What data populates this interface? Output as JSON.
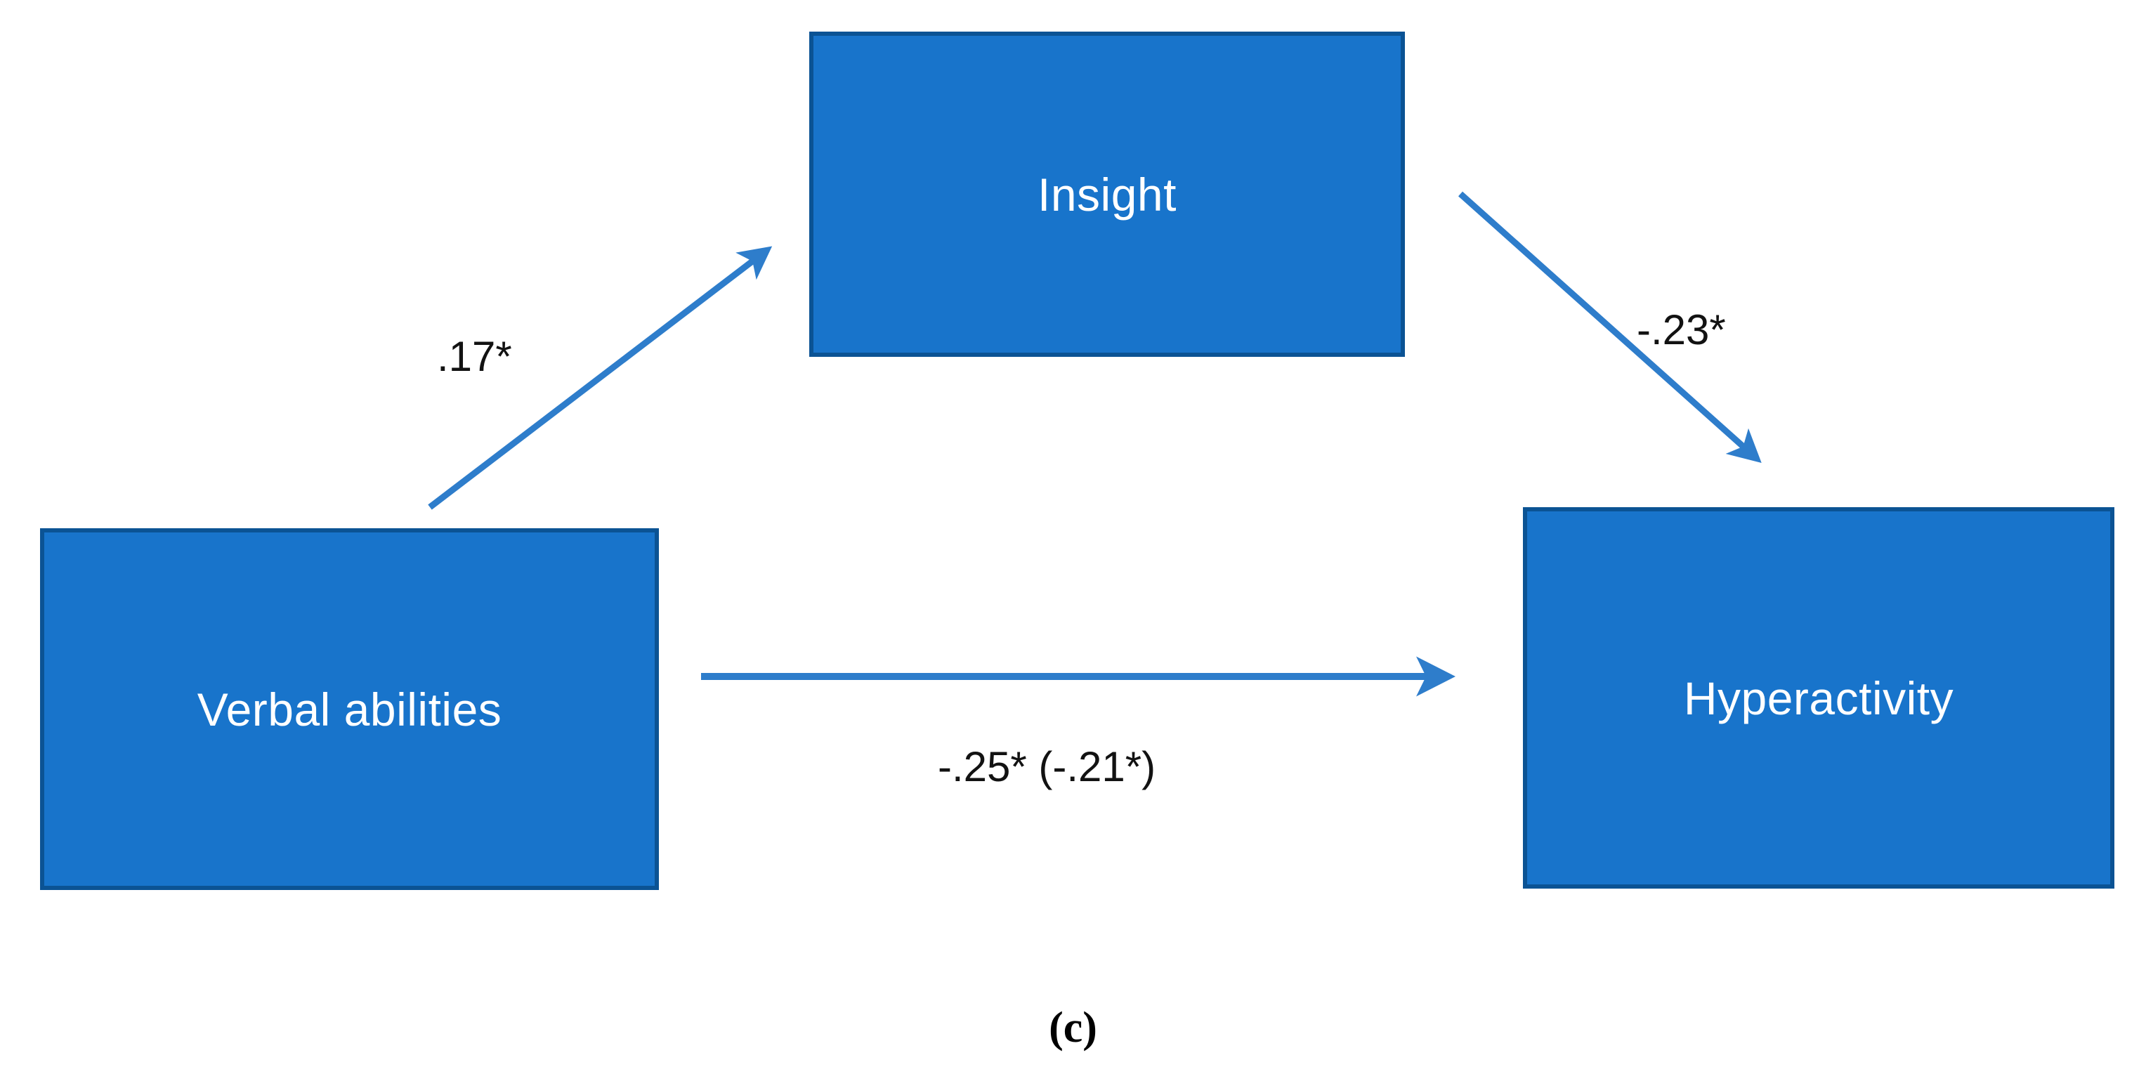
{
  "figure": {
    "caption": "(c)",
    "type": "mediation-path-diagram",
    "colors": {
      "node_fill": "#1874CB",
      "node_border": "#0B5394",
      "node_text": "#ffffff",
      "arrow": "#2E7DCB",
      "label_text": "#121212",
      "background": "#ffffff"
    }
  },
  "nodes": [
    {
      "id": "verbal",
      "label": "Verbal abilities",
      "role": "predictor"
    },
    {
      "id": "insight",
      "label": "Insight",
      "role": "mediator"
    },
    {
      "id": "hyper",
      "label": "Hyperactivity",
      "role": "outcome"
    }
  ],
  "paths": [
    {
      "id": "a",
      "from": "verbal",
      "to": "insight",
      "label": ".17*",
      "coefficient": 0.17,
      "significant": true
    },
    {
      "id": "b",
      "from": "insight",
      "to": "hyper",
      "label": "-.23*",
      "coefficient": -0.23,
      "significant": true
    },
    {
      "id": "c",
      "from": "verbal",
      "to": "hyper",
      "label": "-.25* (-.21*)",
      "total_effect": -0.25,
      "direct_effect": -0.21,
      "significant": true
    }
  ],
  "chart_data": {
    "type": "diagram",
    "title": "(c)",
    "subtype": "mediation model",
    "nodes": [
      "Verbal abilities",
      "Insight",
      "Hyperactivity"
    ],
    "edges": [
      {
        "source": "Verbal abilities",
        "target": "Insight",
        "value": 0.17,
        "label": ".17*"
      },
      {
        "source": "Insight",
        "target": "Hyperactivity",
        "value": -0.23,
        "label": "-.23*"
      },
      {
        "source": "Verbal abilities",
        "target": "Hyperactivity",
        "value": -0.25,
        "value_controlled": -0.21,
        "label": "-.25* (-.21*)"
      }
    ]
  }
}
